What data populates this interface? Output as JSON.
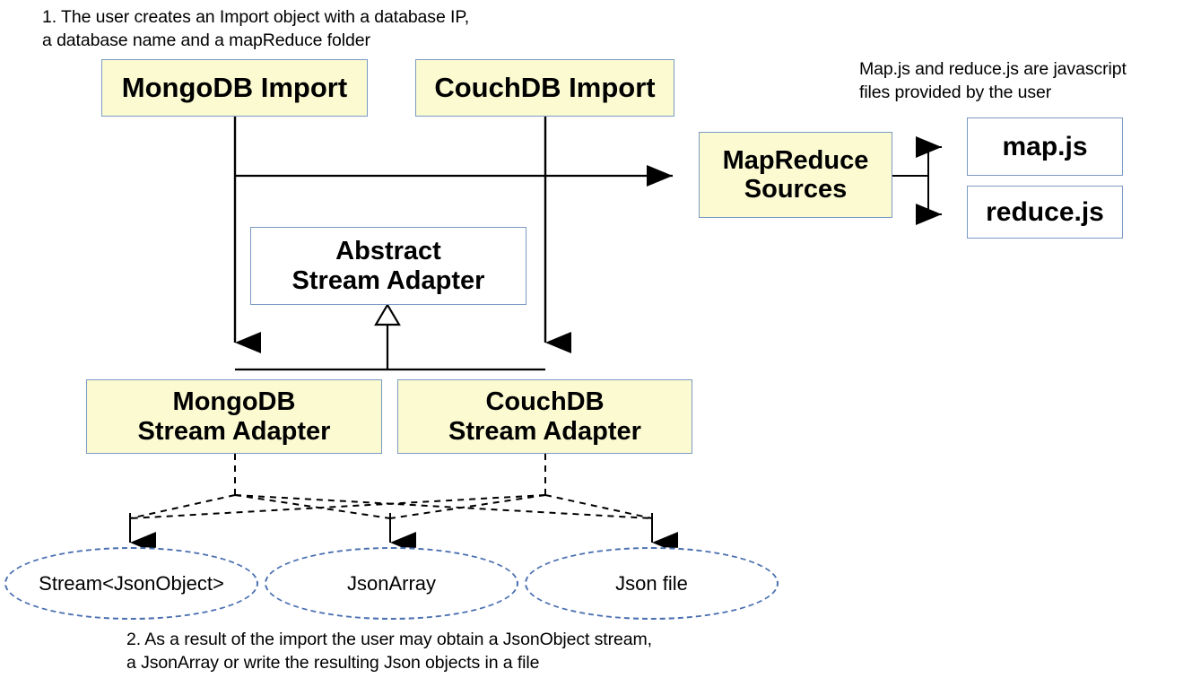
{
  "diagram": {
    "title_note_top": "1. The user creates an Import object with a database IP,\na database name and a mapReduce folder",
    "note_right": "Map.js and reduce.js are javascript\nfiles provided by the user",
    "note_bottom": "2. As a result of the import the user may obtain a JsonObject stream,\na JsonArray or write the resulting Json objects in a file",
    "colors": {
      "box_fill_yellow": "#fbfad1",
      "box_fill_white": "#ffffff",
      "box_border": "#7a9ac4",
      "ellipse_border": "#4a70b0",
      "edge": "#000000",
      "text": "#000000"
    },
    "nodes": {
      "mongodb_import": "MongoDB Import",
      "couchdb_import": "CouchDB Import",
      "mapreduce_sources": "MapReduce\nSources",
      "map_js": "map.js",
      "reduce_js": "reduce.js",
      "abstract_stream_adapter": "Abstract\nStream Adapter",
      "mongodb_stream_adapter": "MongoDB\nStream Adapter",
      "couchdb_stream_adapter": "CouchDB\nStream Adapter",
      "stream_jsonobject": "Stream<JsonObject>",
      "jsonarray": "JsonArray",
      "json_file": "Json file"
    }
  }
}
